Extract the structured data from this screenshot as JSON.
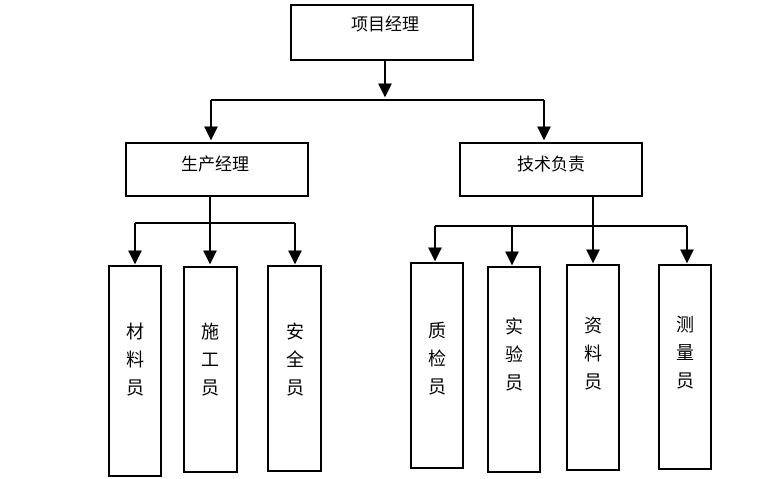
{
  "diagram": {
    "root": {
      "label": "项目经理"
    },
    "managers": [
      {
        "label": "生产经理",
        "staff": [
          {
            "label": "材料员"
          },
          {
            "label": "施工员"
          },
          {
            "label": "安全员"
          }
        ]
      },
      {
        "label": "技术负责",
        "staff": [
          {
            "label": "质检员"
          },
          {
            "label": "实验员"
          },
          {
            "label": "资料员"
          },
          {
            "label": "测量员"
          }
        ]
      }
    ]
  }
}
